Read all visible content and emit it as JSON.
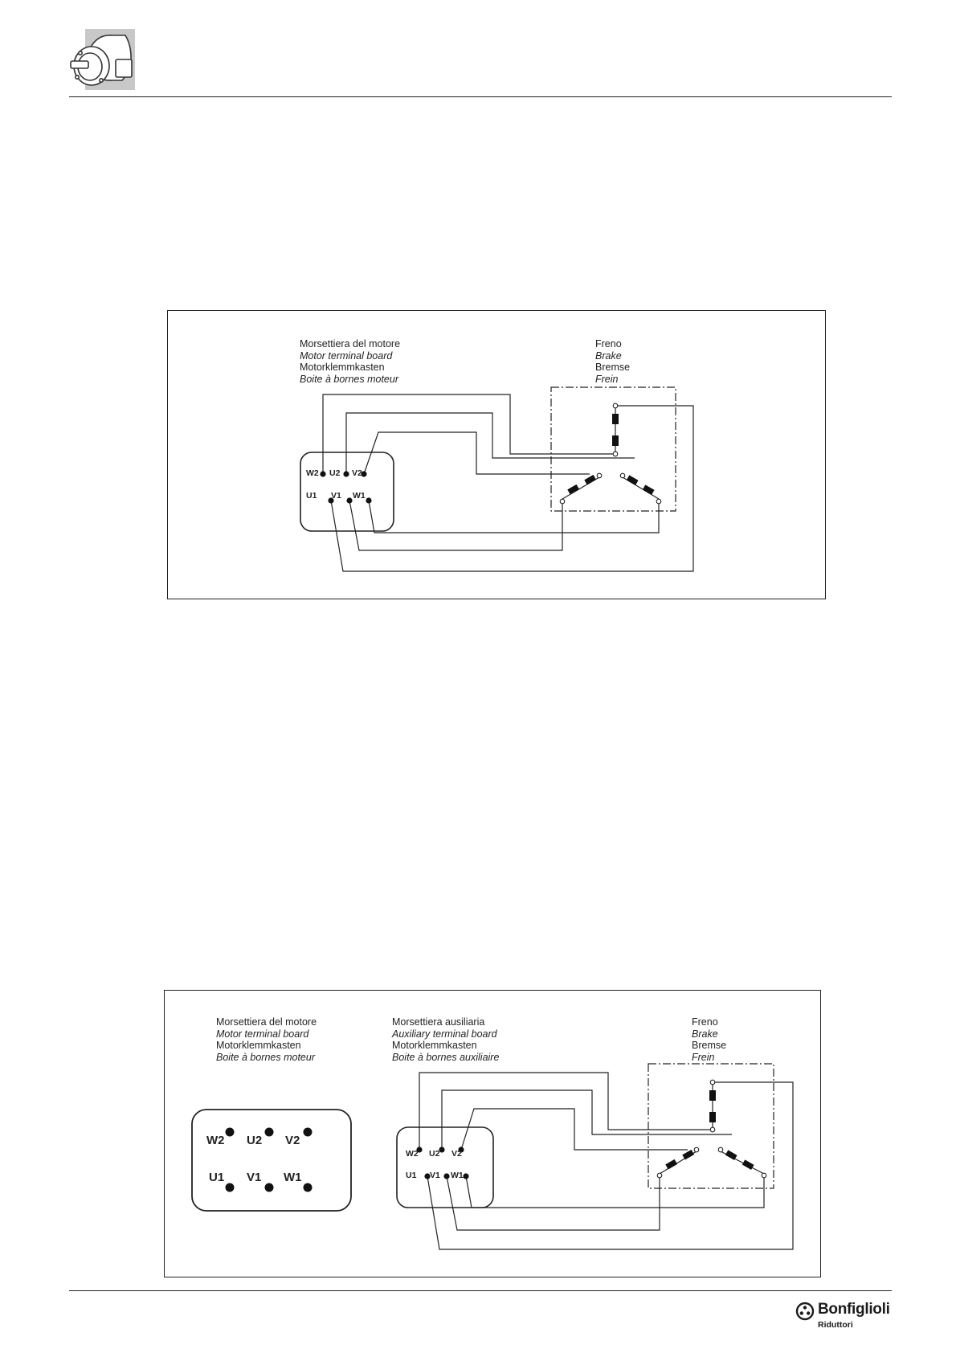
{
  "diagram1": {
    "motor_board_label": [
      "Morsettiera del motore",
      "Motor terminal board",
      "Motorklemmkasten",
      "Boite à bornes moteur"
    ],
    "brake_label": [
      "Freno",
      "Brake",
      "Bremse",
      "Frein"
    ],
    "terminals_top": [
      "W2",
      "U2",
      "V2"
    ],
    "terminals_bottom": [
      "U1",
      "V1",
      "W1"
    ]
  },
  "diagram2": {
    "motor_board_label": [
      "Morsettiera del motore",
      "Motor terminal board",
      "Motorklemmkasten",
      "Boite à bornes moteur"
    ],
    "aux_board_label": [
      "Morsettiera ausiliaria",
      "Auxiliary terminal board",
      "Motorklemmkasten",
      "Boite à bornes auxiliaire"
    ],
    "brake_label": [
      "Freno",
      "Brake",
      "Bremse",
      "Frein"
    ],
    "motor_terminals_top": [
      "W2",
      "U2",
      "V2"
    ],
    "motor_terminals_bottom": [
      "U1",
      "V1",
      "W1"
    ],
    "aux_terminals_top": [
      "W2",
      "U2",
      "V2"
    ],
    "aux_terminals_bottom": [
      "U1",
      "V1",
      "W1"
    ]
  },
  "footer": {
    "brand": "Bonfiglioli",
    "sub": "Riduttori"
  },
  "icons": {
    "header": "motor-icon",
    "logo": "bonfiglioli-logo-icon"
  },
  "colors": {
    "ink": "#222222",
    "icon_bg": "#c8c8c8"
  }
}
